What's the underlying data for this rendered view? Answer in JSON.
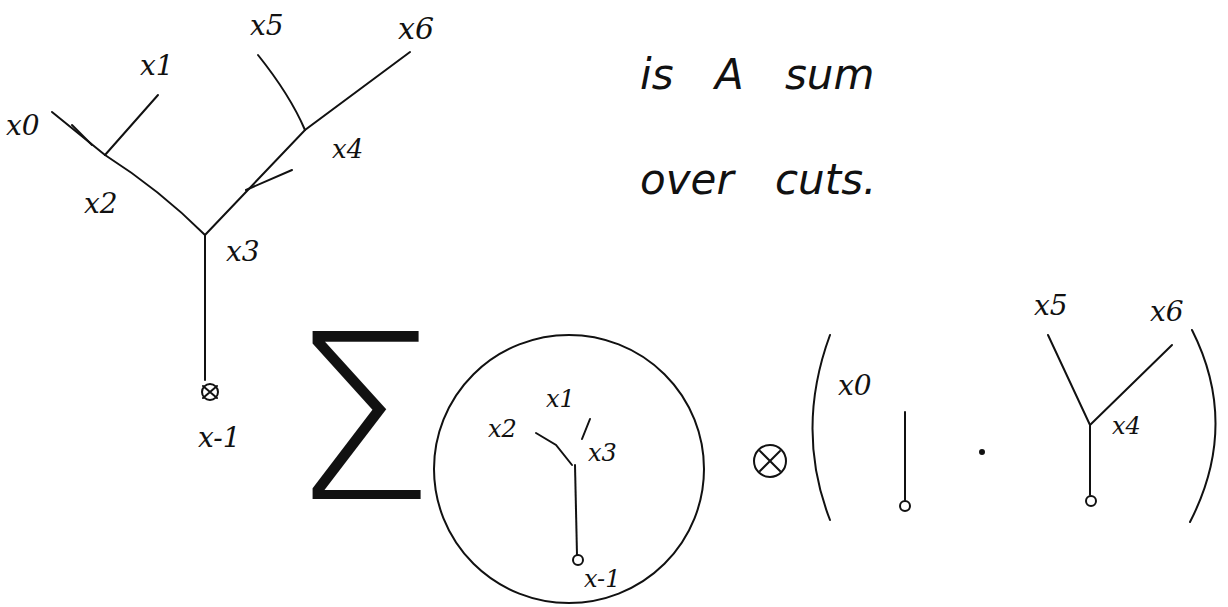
{
  "diagram": {
    "nodes": [
      {
        "text": [
          "x1",
          "x2",
          "x3",
          "x-1"
        ]
      }
    ],
    "labels": [
      "x0",
      "x1",
      "x5",
      "x6",
      "x4",
      "x2",
      "x3",
      "x-1",
      "is A sum over cuts.",
      "Σ",
      "x0",
      "x5",
      "x6",
      "x4"
    ]
  }
}
